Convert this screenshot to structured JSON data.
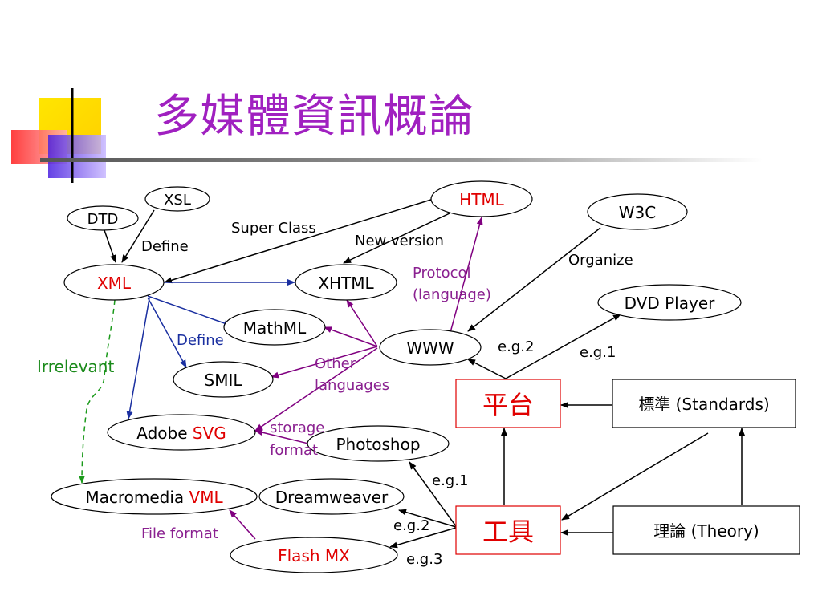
{
  "slide": {
    "title": "多媒體資訊概論"
  },
  "colors": {
    "title": "#a020c0",
    "highlight_red": "#e00000",
    "blue_arrow": "#1a2fa0",
    "purple_arrow": "#800080",
    "green_dashed": "#1a9a1a",
    "purple_label": "#8a2090",
    "blue_label": "#1a2fa0",
    "green_label": "#1a8a1a"
  },
  "nodes": {
    "xsl": "XSL",
    "dtd": "DTD",
    "xml": "XML",
    "html": "HTML",
    "w3c": "W3C",
    "xhtml": "XHTML",
    "mathml": "MathML",
    "smil": "SMIL",
    "www": "WWW",
    "dvd_player": "DVD Player",
    "adobe_svg_prefix": "Adobe ",
    "adobe_svg_suffix": "SVG",
    "photoshop": "Photoshop",
    "macromedia_vml_prefix": "Macromedia ",
    "macromedia_vml_suffix": "VML",
    "dreamweaver": "Dreamweaver",
    "flash_mx": "Flash MX",
    "platform": "平台",
    "tools": "工具",
    "standards": "標準 (Standards)",
    "theory": "理論 (Theory)"
  },
  "labels": {
    "super_class": "Super Class",
    "define_black": "Define",
    "new_version": "New version",
    "protocol_line1": "Protocol",
    "protocol_line2": "(language)",
    "organize": "Organize",
    "define_blue": "Define",
    "irrelevant": "Irrelevant",
    "other_line1": "Other",
    "other_line2": "languages",
    "eg2_www": "e.g.2",
    "eg1_dvd": "e.g.1",
    "storage_line1": "storage",
    "storage_line2": "format",
    "eg1_photoshop": "e.g.1",
    "eg2_dreamweaver": "e.g.2",
    "eg3_flash": "e.g.3",
    "file_format": "File format"
  },
  "icons": {
    "slide_logo": "colored-squares-logo-icon"
  }
}
